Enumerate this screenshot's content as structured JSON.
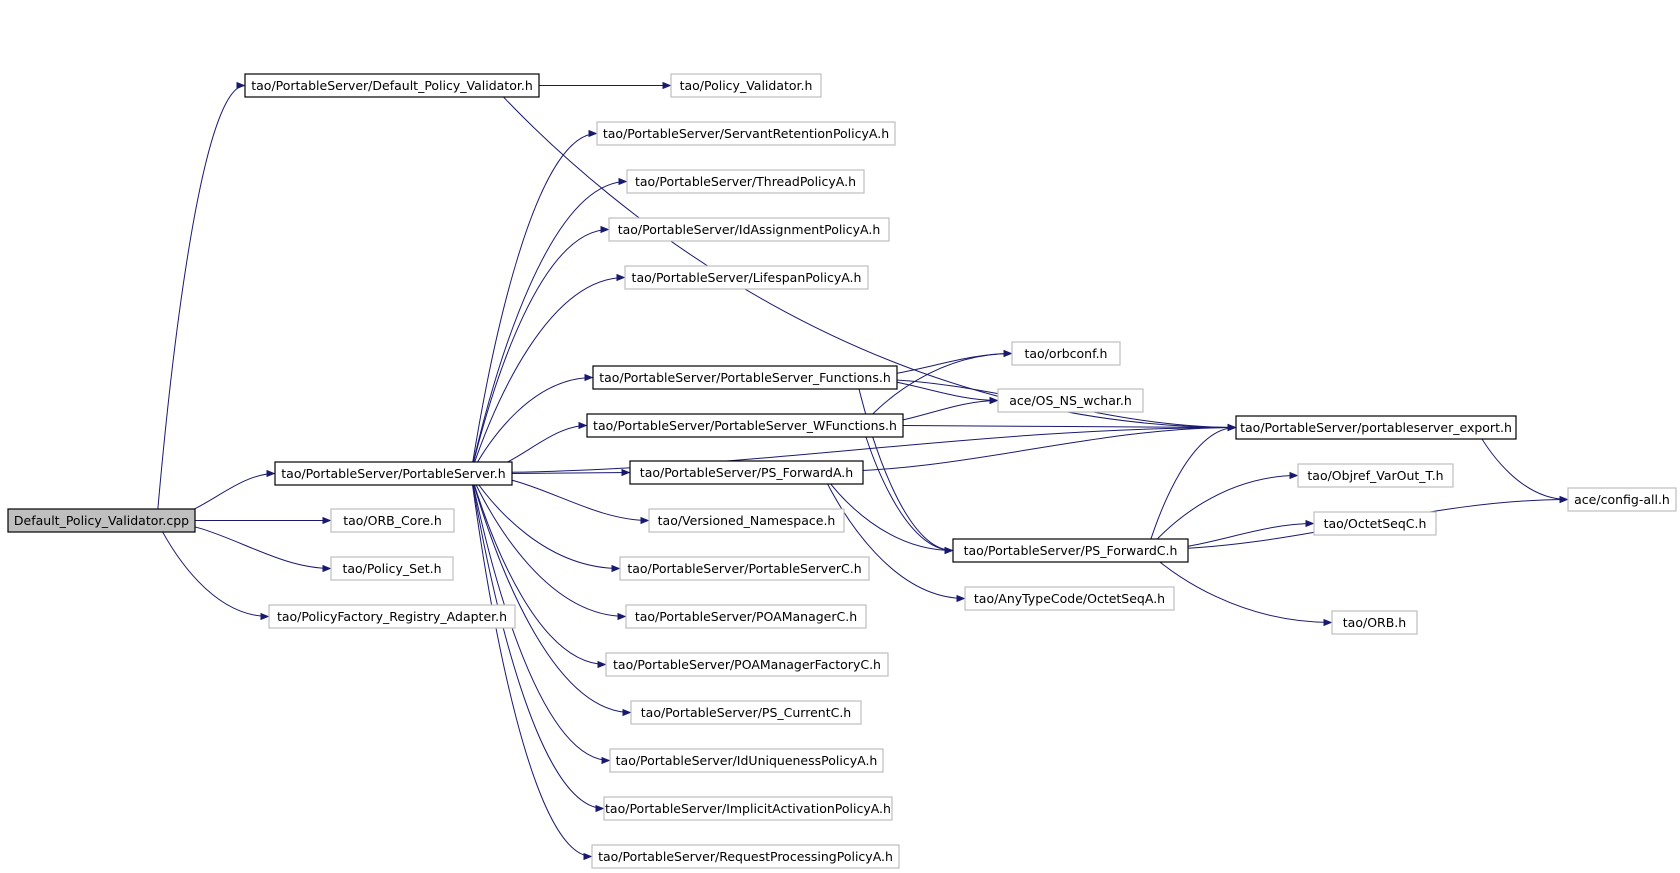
{
  "colors": {
    "edge": "#191970",
    "root_fill": "#bfbfbf",
    "node_fill": "#ffffff",
    "dark_border": "#000000",
    "light_border": "#bfbfbf"
  },
  "nodes": [
    {
      "id": "root",
      "label": "Default_Policy_Validator.cpp",
      "style": "root"
    },
    {
      "id": "dpv",
      "label": "tao/PortableServer/Default_Policy_Validator.h",
      "style": "dark"
    },
    {
      "id": "pv",
      "label": "tao/Policy_Validator.h",
      "style": "light"
    },
    {
      "id": "srp",
      "label": "tao/PortableServer/ServantRetentionPolicyA.h",
      "style": "light"
    },
    {
      "id": "thp",
      "label": "tao/PortableServer/ThreadPolicyA.h",
      "style": "light"
    },
    {
      "id": "iap",
      "label": "tao/PortableServer/IdAssignmentPolicyA.h",
      "style": "light"
    },
    {
      "id": "lsp",
      "label": "tao/PortableServer/LifespanPolicyA.h",
      "style": "light"
    },
    {
      "id": "orbconf",
      "label": "tao/orbconf.h",
      "style": "light"
    },
    {
      "id": "psf",
      "label": "tao/PortableServer/PortableServer_Functions.h",
      "style": "dark"
    },
    {
      "id": "wchar",
      "label": "ace/OS_NS_wchar.h",
      "style": "light"
    },
    {
      "id": "pswf",
      "label": "tao/PortableServer/PortableServer_WFunctions.h",
      "style": "dark"
    },
    {
      "id": "pse",
      "label": "tao/PortableServer/portableserver_export.h",
      "style": "dark"
    },
    {
      "id": "ps",
      "label": "tao/PortableServer/PortableServer.h",
      "style": "dark"
    },
    {
      "id": "psfa",
      "label": "tao/PortableServer/PS_ForwardA.h",
      "style": "dark"
    },
    {
      "id": "objref",
      "label": "tao/Objref_VarOut_T.h",
      "style": "light"
    },
    {
      "id": "acecfg",
      "label": "ace/config-all.h",
      "style": "light"
    },
    {
      "id": "orbcore",
      "label": "tao/ORB_Core.h",
      "style": "light"
    },
    {
      "id": "vns",
      "label": "tao/Versioned_Namespace.h",
      "style": "light"
    },
    {
      "id": "octc",
      "label": "tao/OctetSeqC.h",
      "style": "light"
    },
    {
      "id": "polset",
      "label": "tao/Policy_Set.h",
      "style": "light"
    },
    {
      "id": "psc",
      "label": "tao/PortableServer/PortableServerC.h",
      "style": "light"
    },
    {
      "id": "psfc",
      "label": "tao/PortableServer/PS_ForwardC.h",
      "style": "dark"
    },
    {
      "id": "pfra",
      "label": "tao/PolicyFactory_Registry_Adapter.h",
      "style": "light"
    },
    {
      "id": "poam",
      "label": "tao/PortableServer/POAManagerC.h",
      "style": "light"
    },
    {
      "id": "octa",
      "label": "tao/AnyTypeCode/OctetSeqA.h",
      "style": "light"
    },
    {
      "id": "orbh",
      "label": "tao/ORB.h",
      "style": "light"
    },
    {
      "id": "poamf",
      "label": "tao/PortableServer/POAManagerFactoryC.h",
      "style": "light"
    },
    {
      "id": "pscur",
      "label": "tao/PortableServer/PS_CurrentC.h",
      "style": "light"
    },
    {
      "id": "iup",
      "label": "tao/PortableServer/IdUniquenessPolicyA.h",
      "style": "light"
    },
    {
      "id": "iacp",
      "label": "tao/PortableServer/ImplicitActivationPolicyA.h",
      "style": "light"
    },
    {
      "id": "rpp",
      "label": "tao/PortableServer/RequestProcessingPolicyA.h",
      "style": "light"
    }
  ],
  "edges": [
    [
      "root",
      "dpv"
    ],
    [
      "root",
      "ps"
    ],
    [
      "root",
      "orbcore"
    ],
    [
      "root",
      "polset"
    ],
    [
      "root",
      "pfra"
    ],
    [
      "dpv",
      "pv"
    ],
    [
      "dpv",
      "pse"
    ],
    [
      "ps",
      "srp"
    ],
    [
      "ps",
      "thp"
    ],
    [
      "ps",
      "iap"
    ],
    [
      "ps",
      "lsp"
    ],
    [
      "ps",
      "pse"
    ],
    [
      "ps",
      "psf"
    ],
    [
      "ps",
      "pswf"
    ],
    [
      "ps",
      "psfa"
    ],
    [
      "ps",
      "vns"
    ],
    [
      "ps",
      "psc"
    ],
    [
      "ps",
      "poam"
    ],
    [
      "ps",
      "poamf"
    ],
    [
      "ps",
      "pscur"
    ],
    [
      "ps",
      "iup"
    ],
    [
      "ps",
      "iacp"
    ],
    [
      "ps",
      "rpp"
    ],
    [
      "psf",
      "pse"
    ],
    [
      "psf",
      "orbconf"
    ],
    [
      "psf",
      "wchar"
    ],
    [
      "psf",
      "psfc"
    ],
    [
      "pswf",
      "orbconf"
    ],
    [
      "pswf",
      "wchar"
    ],
    [
      "pswf",
      "pse"
    ],
    [
      "pswf",
      "psfc"
    ],
    [
      "psfa",
      "pse"
    ],
    [
      "psfa",
      "psfc"
    ],
    [
      "psfa",
      "octa"
    ],
    [
      "psfc",
      "pse"
    ],
    [
      "psfc",
      "objref"
    ],
    [
      "psfc",
      "octc"
    ],
    [
      "psfc",
      "acecfg"
    ],
    [
      "psfc",
      "orbh"
    ],
    [
      "pse",
      "acecfg"
    ]
  ]
}
